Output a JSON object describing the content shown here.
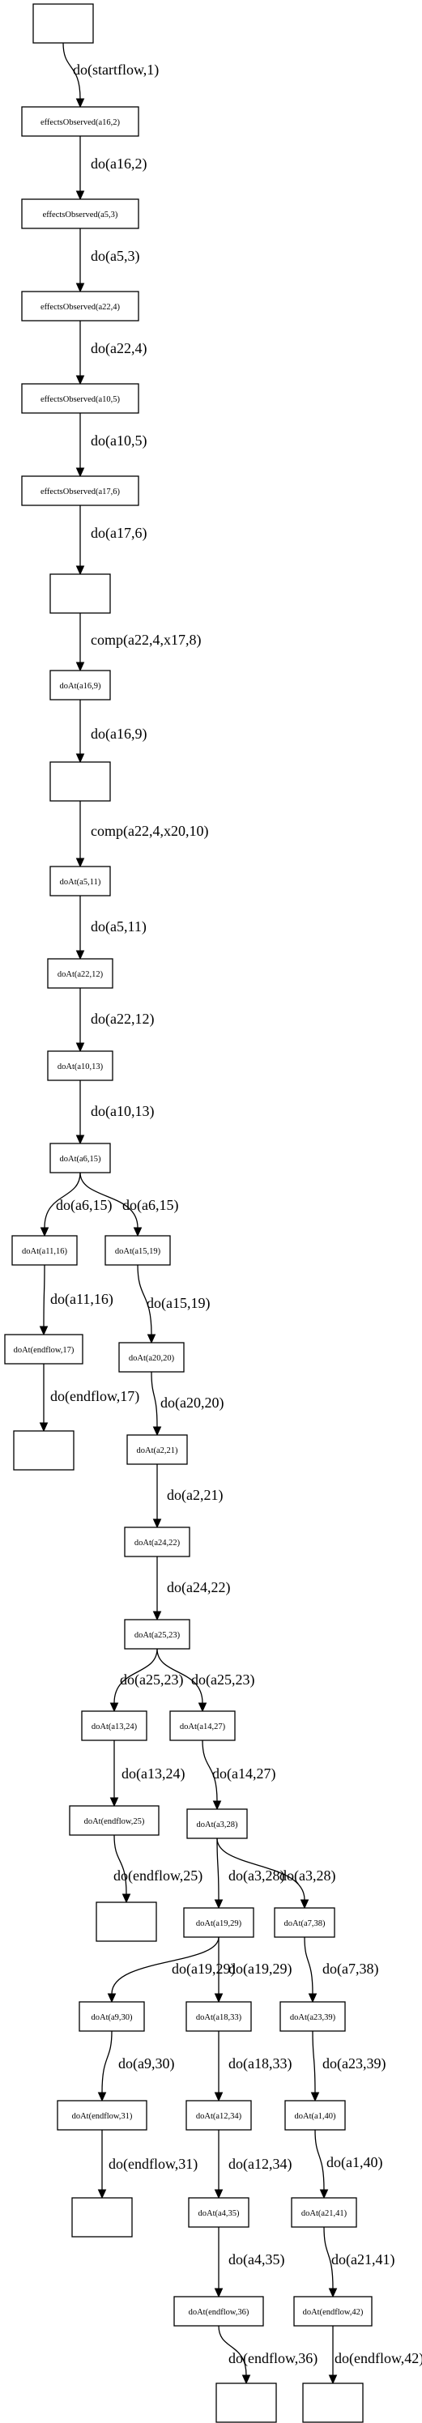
{
  "nodes": [
    {
      "id": "n0",
      "label": ""
    },
    {
      "id": "n1",
      "label": "effectsObserved(a16,2)"
    },
    {
      "id": "n2",
      "label": "effectsObserved(a5,3)"
    },
    {
      "id": "n3",
      "label": "effectsObserved(a22,4)"
    },
    {
      "id": "n4",
      "label": "effectsObserved(a10,5)"
    },
    {
      "id": "n5",
      "label": "effectsObserved(a17,6)"
    },
    {
      "id": "n6",
      "label": ""
    },
    {
      "id": "n7",
      "label": "doAt(a16,9)"
    },
    {
      "id": "n8",
      "label": ""
    },
    {
      "id": "n9",
      "label": "doAt(a5,11)"
    },
    {
      "id": "n10",
      "label": "doAt(a22,12)"
    },
    {
      "id": "n11",
      "label": "doAt(a10,13)"
    },
    {
      "id": "n12",
      "label": "doAt(a6,15)"
    },
    {
      "id": "n13",
      "label": "doAt(a11,16)"
    },
    {
      "id": "n14",
      "label": "doAt(a15,19)"
    },
    {
      "id": "n15",
      "label": "doAt(endflow,17)"
    },
    {
      "id": "n16",
      "label": "doAt(a20,20)"
    },
    {
      "id": "n17",
      "label": ""
    },
    {
      "id": "n18",
      "label": "doAt(a2,21)"
    },
    {
      "id": "n19",
      "label": "doAt(a24,22)"
    },
    {
      "id": "n20",
      "label": "doAt(a25,23)"
    },
    {
      "id": "n21",
      "label": "doAt(a13,24)"
    },
    {
      "id": "n22",
      "label": "doAt(a14,27)"
    },
    {
      "id": "n23",
      "label": "doAt(endflow,25)"
    },
    {
      "id": "n24",
      "label": "doAt(a3,28)"
    },
    {
      "id": "n25",
      "label": ""
    },
    {
      "id": "n26",
      "label": "doAt(a19,29)"
    },
    {
      "id": "n27",
      "label": "doAt(a7,38)"
    },
    {
      "id": "n28",
      "label": "doAt(a9,30)"
    },
    {
      "id": "n29",
      "label": "doAt(a18,33)"
    },
    {
      "id": "n30",
      "label": "doAt(a23,39)"
    },
    {
      "id": "n31",
      "label": "doAt(endflow,31)"
    },
    {
      "id": "n32",
      "label": "doAt(a12,34)"
    },
    {
      "id": "n33",
      "label": "doAt(a1,40)"
    },
    {
      "id": "n34",
      "label": ""
    },
    {
      "id": "n35",
      "label": "doAt(a4,35)"
    },
    {
      "id": "n36",
      "label": "doAt(a21,41)"
    },
    {
      "id": "n37",
      "label": "doAt(endflow,36)"
    },
    {
      "id": "n38",
      "label": "doAt(endflow,42)"
    },
    {
      "id": "n39",
      "label": ""
    },
    {
      "id": "n40",
      "label": ""
    }
  ],
  "edges": [
    {
      "id": "e0",
      "from": "n0",
      "to": "n1",
      "label": "do(startflow,1)"
    },
    {
      "id": "e1",
      "from": "n1",
      "to": "n2",
      "label": "do(a16,2)"
    },
    {
      "id": "e2",
      "from": "n2",
      "to": "n3",
      "label": "do(a5,3)"
    },
    {
      "id": "e3",
      "from": "n3",
      "to": "n4",
      "label": "do(a22,4)"
    },
    {
      "id": "e4",
      "from": "n4",
      "to": "n5",
      "label": "do(a10,5)"
    },
    {
      "id": "e5",
      "from": "n5",
      "to": "n6",
      "label": "do(a17,6)"
    },
    {
      "id": "e6",
      "from": "n6",
      "to": "n7",
      "label": "comp(a22,4,x17,8)"
    },
    {
      "id": "e7",
      "from": "n7",
      "to": "n8",
      "label": "do(a16,9)"
    },
    {
      "id": "e8",
      "from": "n8",
      "to": "n9",
      "label": "comp(a22,4,x20,10)"
    },
    {
      "id": "e9",
      "from": "n9",
      "to": "n10",
      "label": "do(a5,11)"
    },
    {
      "id": "e10",
      "from": "n10",
      "to": "n11",
      "label": "do(a22,12)"
    },
    {
      "id": "e11",
      "from": "n11",
      "to": "n12",
      "label": "do(a10,13)"
    },
    {
      "id": "e12",
      "from": "n12",
      "to": "n13",
      "label": "do(a6,15)"
    },
    {
      "id": "e13",
      "from": "n12",
      "to": "n14",
      "label": "do(a6,15)"
    },
    {
      "id": "e14",
      "from": "n13",
      "to": "n15",
      "label": "do(a11,16)"
    },
    {
      "id": "e15",
      "from": "n14",
      "to": "n16",
      "label": "do(a15,19)"
    },
    {
      "id": "e16",
      "from": "n15",
      "to": "n17",
      "label": "do(endflow,17)"
    },
    {
      "id": "e17",
      "from": "n16",
      "to": "n18",
      "label": "do(a20,20)"
    },
    {
      "id": "e18",
      "from": "n18",
      "to": "n19",
      "label": "do(a2,21)"
    },
    {
      "id": "e19",
      "from": "n19",
      "to": "n20",
      "label": "do(a24,22)"
    },
    {
      "id": "e20",
      "from": "n20",
      "to": "n21",
      "label": "do(a25,23)"
    },
    {
      "id": "e21",
      "from": "n20",
      "to": "n22",
      "label": "do(a25,23)"
    },
    {
      "id": "e22",
      "from": "n21",
      "to": "n23",
      "label": "do(a13,24)"
    },
    {
      "id": "e23",
      "from": "n22",
      "to": "n24",
      "label": "do(a14,27)"
    },
    {
      "id": "e24",
      "from": "n23",
      "to": "n25",
      "label": "do(endflow,25)"
    },
    {
      "id": "e25",
      "from": "n24",
      "to": "n26",
      "label": "do(a3,28)"
    },
    {
      "id": "e26",
      "from": "n24",
      "to": "n27",
      "label": "do(a3,28)"
    },
    {
      "id": "e27",
      "from": "n26",
      "to": "n28",
      "label": "do(a19,29)"
    },
    {
      "id": "e28",
      "from": "n26",
      "to": "n29",
      "label": "do(a19,29)"
    },
    {
      "id": "e29",
      "from": "n27",
      "to": "n30",
      "label": "do(a7,38)"
    },
    {
      "id": "e30",
      "from": "n28",
      "to": "n31",
      "label": "do(a9,30)"
    },
    {
      "id": "e31",
      "from": "n29",
      "to": "n32",
      "label": "do(a18,33)"
    },
    {
      "id": "e32",
      "from": "n30",
      "to": "n33",
      "label": "do(a23,39)"
    },
    {
      "id": "e33",
      "from": "n31",
      "to": "n34",
      "label": "do(endflow,31)"
    },
    {
      "id": "e34",
      "from": "n32",
      "to": "n35",
      "label": "do(a12,34)"
    },
    {
      "id": "e35",
      "from": "n33",
      "to": "n36",
      "label": "do(a1,40)"
    },
    {
      "id": "e36",
      "from": "n35",
      "to": "n37",
      "label": "do(a4,35)"
    },
    {
      "id": "e37",
      "from": "n36",
      "to": "n38",
      "label": "do(a21,41)"
    },
    {
      "id": "e38",
      "from": "n37",
      "to": "n39",
      "label": "do(endflow,36)"
    },
    {
      "id": "e39",
      "from": "n38",
      "to": "n40",
      "label": "do(endflow,42)"
    }
  ]
}
